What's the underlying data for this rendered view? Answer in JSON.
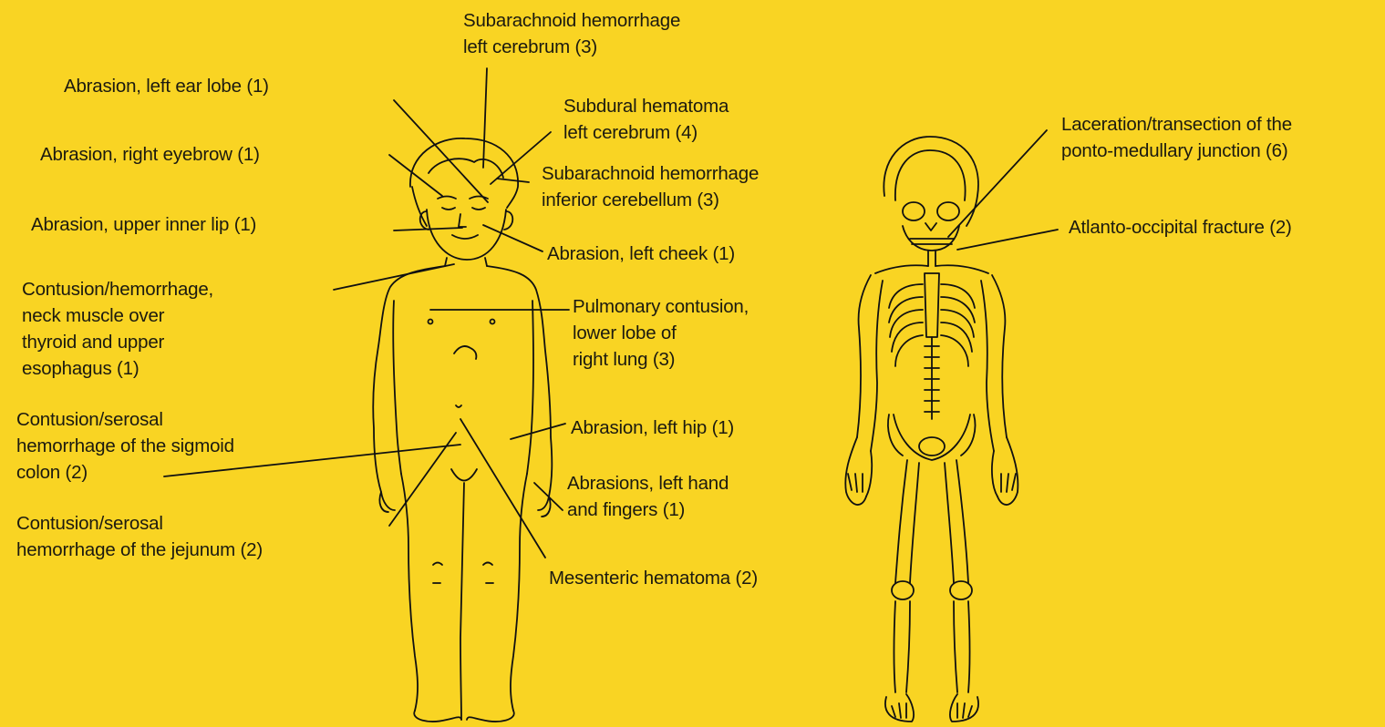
{
  "colors": {
    "background": "#F9D423",
    "ink": "#111111"
  },
  "figures": {
    "child_body": {
      "icon": "child-outline-figure"
    },
    "skeleton": {
      "icon": "child-skeleton-figure"
    }
  },
  "labels": {
    "subarachnoid_cerebrum": "Subarachnoid hemorrhage\nleft cerebrum (3)",
    "abrasion_ear_lobe": "Abrasion, left ear lobe (1)",
    "abrasion_eyebrow": "Abrasion, right eyebrow (1)",
    "abrasion_inner_lip": "Abrasion, upper inner lip (1)",
    "contusion_neck": "Contusion/hemorrhage,\nneck muscle over\nthyroid and upper\nesophagus (1)",
    "contusion_sigmoid": "Contusion/serosal\nhemorrhage of the sigmoid\ncolon (2)",
    "contusion_jejunum": "Contusion/serosal\nhemorrhage of the jejunum (2)",
    "subdural_hematoma": "Subdural hematoma\nleft cerebrum (4)",
    "subarachnoid_cerebellum": "Subarachnoid hemorrhage\ninferior cerebellum (3)",
    "abrasion_cheek": "Abrasion, left cheek (1)",
    "pulmonary_contusion": "Pulmonary contusion,\nlower lobe of\nright lung (3)",
    "abrasion_hip": "Abrasion, left hip (1)",
    "abrasions_hand": "Abrasions, left hand\nand fingers (1)",
    "mesenteric_hematoma": "Mesenteric hematoma (2)",
    "laceration_junction": "Laceration/transection of the\nponto-medullary junction (6)",
    "atlanto_fracture": "Atlanto-occipital fracture (2)"
  }
}
